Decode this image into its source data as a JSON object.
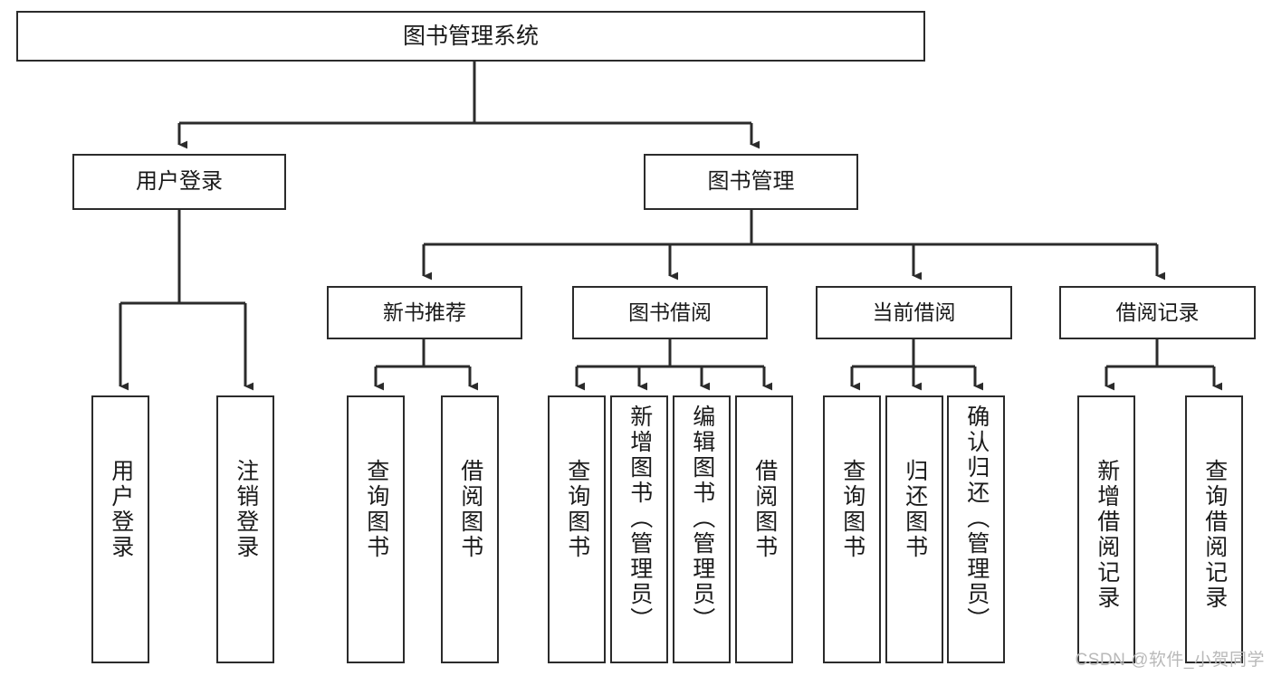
{
  "diagram": {
    "type": "tree-hierarchy",
    "title": "图书管理系统",
    "root": {
      "id": "root",
      "label": "图书管理系统"
    },
    "level2": [
      {
        "id": "user-login",
        "label": "用户登录"
      },
      {
        "id": "book-management",
        "label": "图书管理"
      }
    ],
    "level3": [
      {
        "id": "new-book-recommend",
        "label": "新书推荐",
        "parent": "book-management"
      },
      {
        "id": "book-borrow",
        "label": "图书借阅",
        "parent": "book-management"
      },
      {
        "id": "current-borrow",
        "label": "当前借阅",
        "parent": "book-management"
      },
      {
        "id": "borrow-record",
        "label": "借阅记录",
        "parent": "book-management"
      }
    ],
    "leaves": [
      {
        "id": "leaf-user-login",
        "label": "用户登录",
        "parent": "user-login"
      },
      {
        "id": "leaf-logout",
        "label": "注销登录",
        "parent": "user-login"
      },
      {
        "id": "leaf-query-book-1",
        "label": "查询图书",
        "parent": "new-book-recommend"
      },
      {
        "id": "leaf-borrow-book-1",
        "label": "借阅图书",
        "parent": "new-book-recommend"
      },
      {
        "id": "leaf-query-book-2",
        "label": "查询图书",
        "parent": "book-borrow"
      },
      {
        "id": "leaf-add-book",
        "label": "新增图书（管理员）",
        "parent": "book-borrow"
      },
      {
        "id": "leaf-edit-book",
        "label": "编辑图书（管理员）",
        "parent": "book-borrow"
      },
      {
        "id": "leaf-borrow-book-2",
        "label": "借阅图书",
        "parent": "book-borrow"
      },
      {
        "id": "leaf-query-book-3",
        "label": "查询图书",
        "parent": "current-borrow"
      },
      {
        "id": "leaf-return-book",
        "label": "归还图书",
        "parent": "current-borrow"
      },
      {
        "id": "leaf-confirm-return",
        "label": "确认归还（管理员）",
        "parent": "current-borrow"
      },
      {
        "id": "leaf-add-record",
        "label": "新增借阅记录",
        "parent": "borrow-record"
      },
      {
        "id": "leaf-query-record",
        "label": "查询借阅记录",
        "parent": "borrow-record"
      }
    ]
  },
  "watermark": {
    "text": "CSDN @软件_小贺同学"
  },
  "colors": {
    "border": "#2b2b2b",
    "background": "#ffffff",
    "text": "#1a1a1a",
    "connector": "#2b2b2b",
    "watermark": "#b9b9b9"
  }
}
